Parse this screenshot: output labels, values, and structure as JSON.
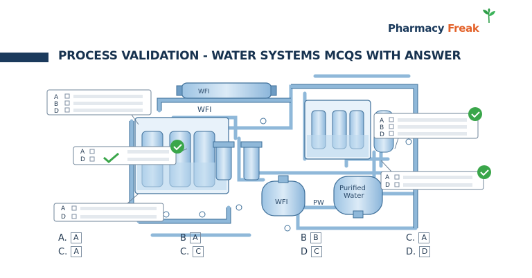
{
  "brand": {
    "name_part1": "Pharmacy",
    "name_part2": "Freak",
    "leaf_color": "#2e9e48"
  },
  "title": "PROCESS VALIDATION - WATER SYSTEMS MCQS WITH ANSWER",
  "colors": {
    "pipe": "#8fb8d9",
    "pipe_dark": "#3e6f99",
    "water": "#bcd8ee",
    "check": "#3aa64a",
    "title": "#17324f",
    "logo_accent": "#e3622a"
  },
  "diagram_labels": {
    "tank_top": "WFI",
    "wfi_line": "WFI",
    "tank_wfi": "WFI",
    "pw": "PW",
    "purified_tank_l1": "Purified",
    "purified_tank_l2": "Water"
  },
  "callouts": [
    {
      "name": "callout-top-left",
      "rows": [
        "A",
        "B",
        "D"
      ]
    },
    {
      "name": "callout-mid-left",
      "rows": [
        "A",
        "D"
      ],
      "checked": true
    },
    {
      "name": "callout-bottom-left",
      "rows": [
        "A",
        "D"
      ]
    },
    {
      "name": "callout-top-right",
      "rows": [
        "A",
        "B",
        "D"
      ],
      "checked": true
    },
    {
      "name": "callout-mid-right",
      "rows": [
        "A",
        "D"
      ],
      "checked": true
    }
  ],
  "answers": [
    {
      "label": "A.",
      "box": "A"
    },
    {
      "label": "B",
      "box": "A"
    },
    {
      "label": "B",
      "box": "B"
    },
    {
      "label": "C.",
      "box": "A"
    },
    {
      "label": "C.",
      "box": "A"
    },
    {
      "label": "C.",
      "box": "C"
    },
    {
      "label": "D",
      "box": "C"
    },
    {
      "label": "D.",
      "box": "D"
    }
  ]
}
